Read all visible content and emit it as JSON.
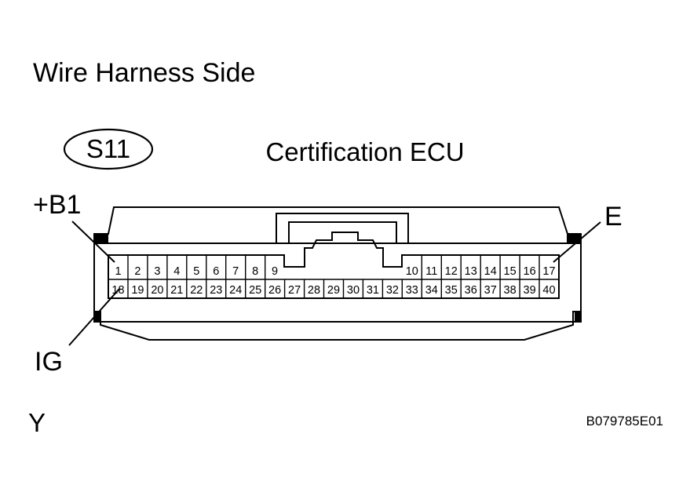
{
  "title": "Wire Harness Side",
  "connector_code": "S11",
  "component_name": "Certification ECU",
  "terminal_labels": {
    "b1": "+B1",
    "e": "E",
    "ig": "IG"
  },
  "pins_top_left": [
    "1",
    "2",
    "3",
    "4",
    "5",
    "6",
    "7",
    "8",
    "9"
  ],
  "pins_top_right": [
    "10",
    "11",
    "12",
    "13",
    "14",
    "15",
    "16",
    "17"
  ],
  "pins_bottom": [
    "18",
    "19",
    "20",
    "21",
    "22",
    "23",
    "24",
    "25",
    "26",
    "27",
    "28",
    "29",
    "30",
    "31",
    "32",
    "33",
    "34",
    "35",
    "36",
    "37",
    "38",
    "39",
    "40"
  ],
  "footer_left": "Y",
  "footer_right": "B079785E01"
}
